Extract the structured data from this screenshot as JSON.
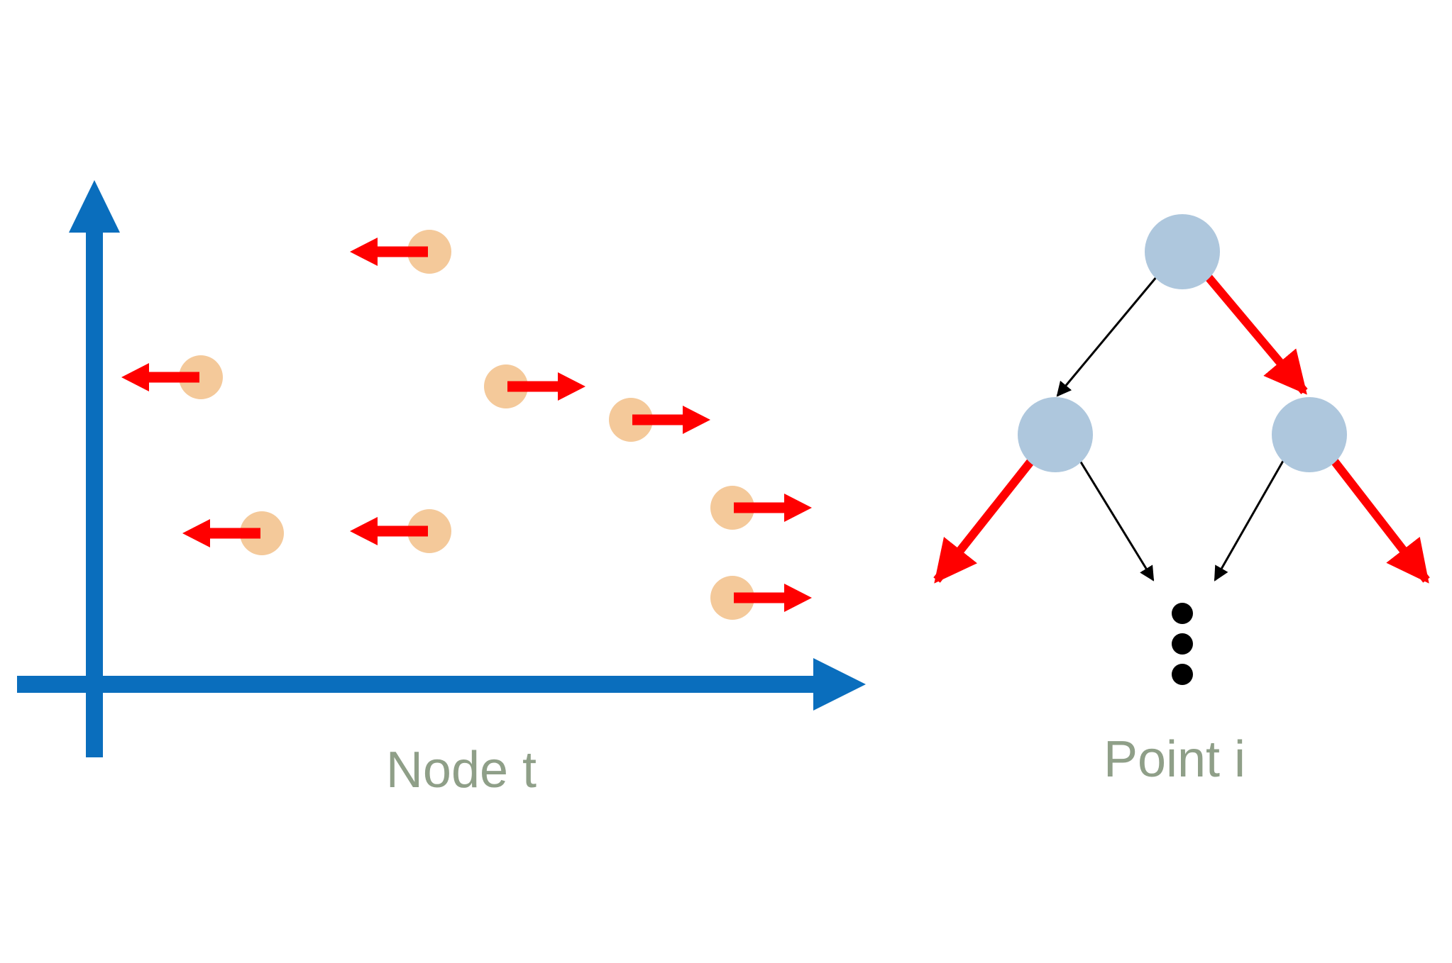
{
  "labels": {
    "left_caption": "Node t",
    "right_caption": "Point i"
  },
  "colors": {
    "axis": "#0a6ebd",
    "point": "#f4c99a",
    "force_arrow": "#ff0000",
    "tree_node": "#aec7dd",
    "edge": "#000000",
    "caption": "#8f9f88"
  },
  "points": [
    {
      "direction": "left"
    },
    {
      "direction": "left"
    },
    {
      "direction": "right"
    },
    {
      "direction": "right"
    },
    {
      "direction": "left"
    },
    {
      "direction": "left"
    },
    {
      "direction": "right"
    },
    {
      "direction": "right"
    }
  ],
  "tree": {
    "nodes": [
      "root",
      "left-child",
      "right-child"
    ],
    "continuation": "vertical-ellipsis"
  }
}
